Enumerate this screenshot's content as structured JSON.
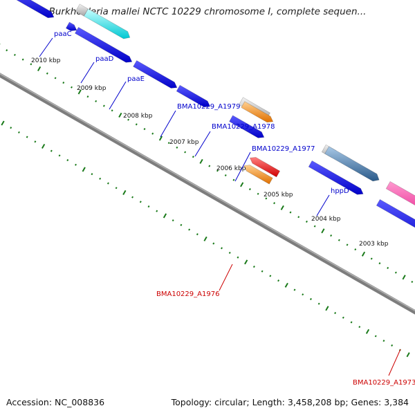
{
  "title": "Burkholderia mallei NCTC 10229 chromosome I, complete sequen...",
  "footer": {
    "accession": "Accession: NC_008836",
    "summary": "Topology: circular; Length: 3,458,208 bp; Genes: 3,384"
  },
  "ruler_labels": [
    "2010 kbp",
    "2009 kbp",
    "2008 kbp",
    "2007 kbp",
    "2006 kbp",
    "2005 kbp",
    "2004 kbp",
    "2003 kbp"
  ],
  "forward_gene_labels": [
    "paaC",
    "paaD",
    "paaE",
    "BMA10229_A1979",
    "BMA10229_A1978",
    "BMA10229_A1977",
    "hppD"
  ],
  "reverse_gene_labels": [
    "BMA10229_A1976",
    "BMA10229_A1973"
  ],
  "colors": {
    "forward_label": "#0000cc",
    "reverse_label": "#cc0000",
    "backbone": "#808080",
    "cds": "#0000ee",
    "ticks": "#1a7a1a"
  }
}
